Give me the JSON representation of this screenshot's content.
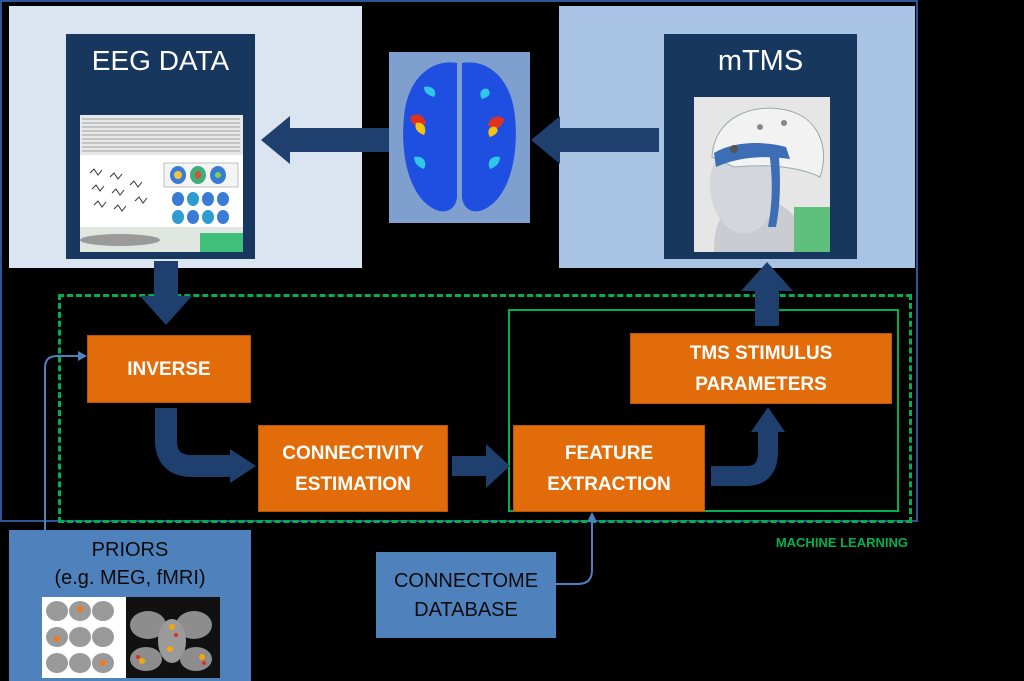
{
  "colors": {
    "background": "#000000",
    "light_panel": "#dbe5f1",
    "mid_panel": "#a9c3e4",
    "dark_navy": "#17375e",
    "blue_box": "#4f81bd",
    "orange": "#e36c0a",
    "green": "#00b050"
  },
  "eeg": {
    "title": "EEG DATA"
  },
  "mtms": {
    "title": "mTMS"
  },
  "nodes": {
    "inverse": "INVERSE",
    "connectivity": [
      "CONNECTIVITY",
      "ESTIMATION"
    ],
    "feature": [
      "FEATURE",
      "EXTRACTION"
    ],
    "tms_params": [
      "TMS STIMULUS",
      "PARAMETERS"
    ]
  },
  "ml_label": "MACHINE LEARNING",
  "priors": {
    "line1": "PRIORS",
    "line2": "(e.g. MEG, fMRI)"
  },
  "connectome": {
    "line1": "CONNECTOME",
    "line2": "DATABASE"
  }
}
